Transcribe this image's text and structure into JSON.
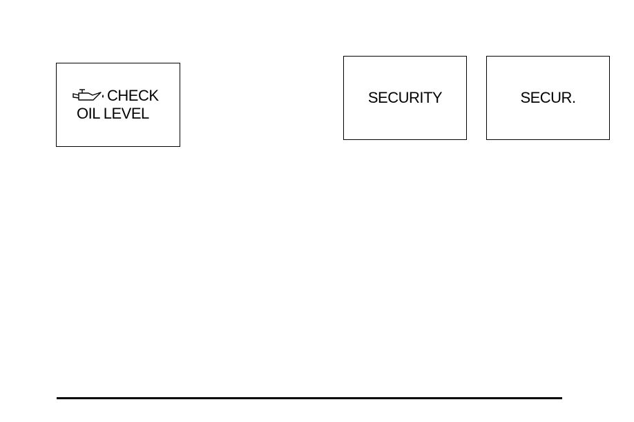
{
  "indicators": {
    "oil": {
      "icon": "oil-can-icon",
      "line1": "CHECK",
      "line2": "OIL LEVEL"
    },
    "security": {
      "label": "SECURITY"
    },
    "secur": {
      "label": "SECUR."
    }
  }
}
